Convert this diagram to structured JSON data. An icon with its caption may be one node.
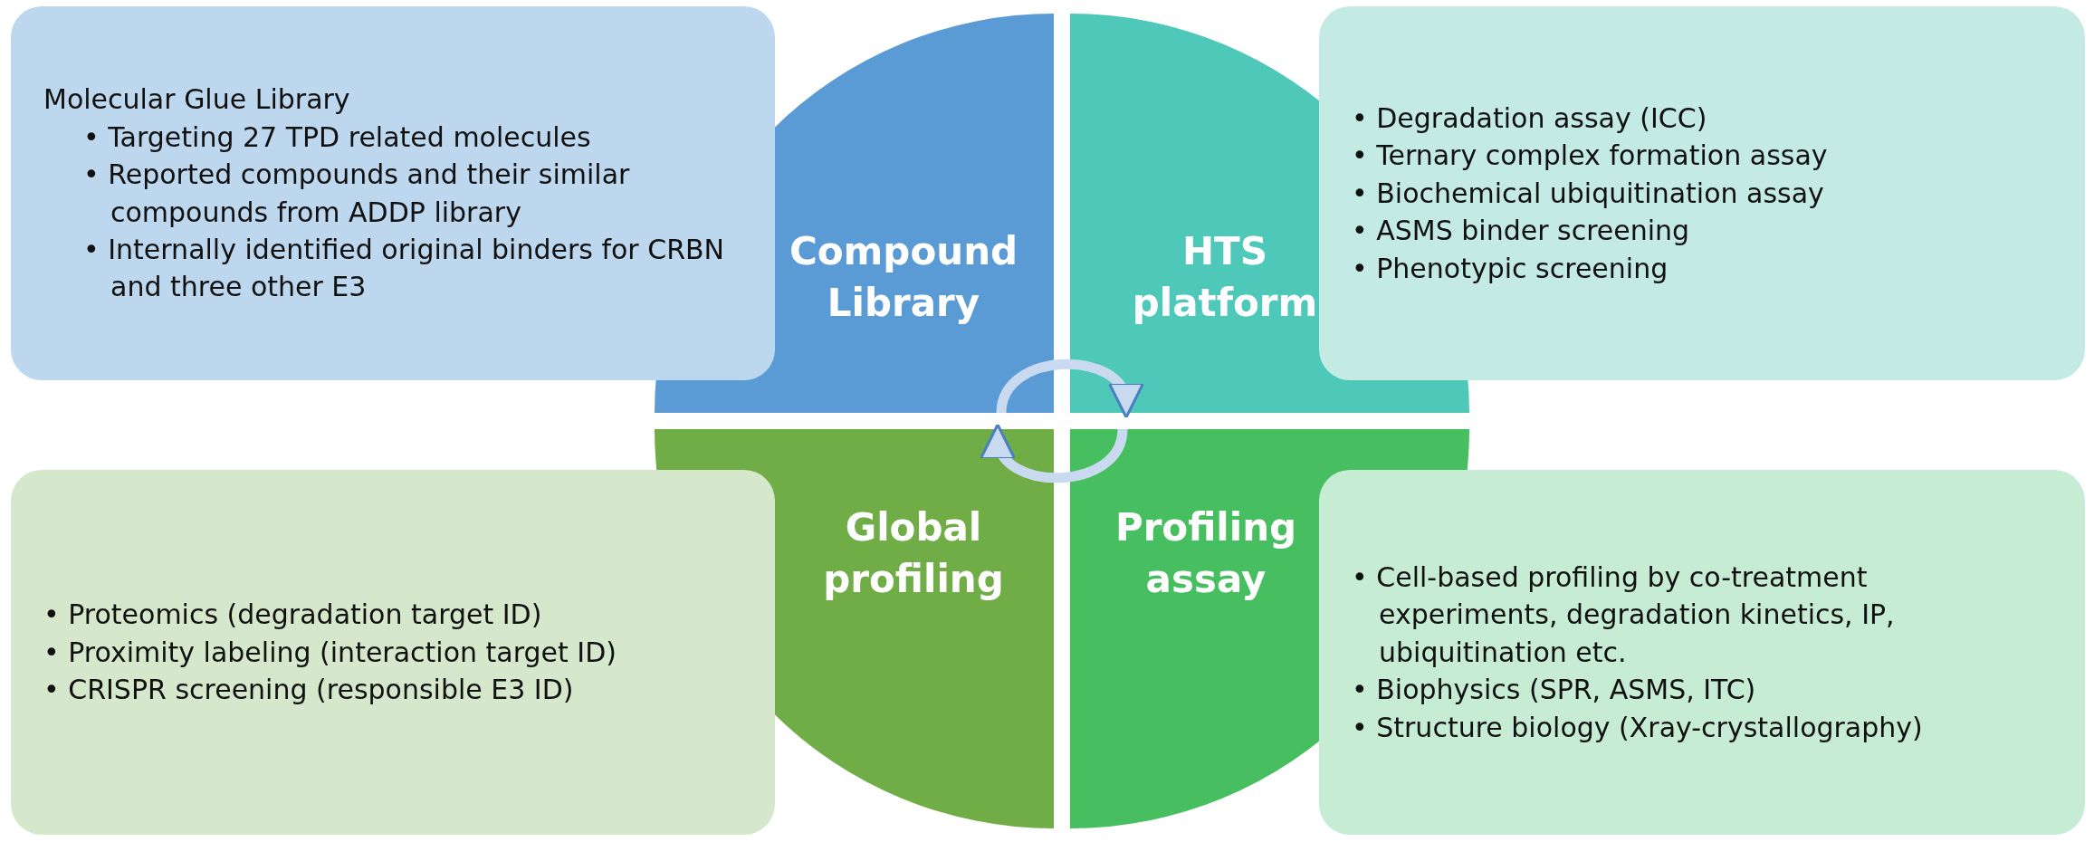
{
  "diagram": {
    "nodes": [
      {
        "text": [
          "Molecular Glue Library",
          "• Targeting 27 TPD related molecules",
          "• Reported compounds and their similar compounds from ADDP library",
          "• Internally identified original binders for CRBN and three other E3"
        ]
      },
      {
        "text": [
          "Compound Library"
        ]
      },
      {
        "text": [
          "HTS platform"
        ]
      },
      {
        "text": [
          "• Degradation assay (ICC)",
          "• Ternary complex formation assay",
          "• Biochemical ubiquitination assay",
          "• ASMS binder screening",
          "• Phenotypic screening"
        ]
      },
      {
        "text": [
          "• Proteomics (degradation target ID)",
          "• Proximity labeling (interaction target ID)",
          "• CRISPR screening (responsible E3 ID)"
        ]
      },
      {
        "text": [
          "Global profiling"
        ]
      },
      {
        "text": [
          "Profiling assay"
        ]
      },
      {
        "text": [
          "• Cell-based profiling by co-treatment experiments, degradation kinetics, IP, ubiquitination etc.",
          "• Biophysics (SPR, ASMS, ITC)",
          "• Structure biology (Xray-crystallography)"
        ]
      }
    ],
    "edges": [
      {
        "from": 1,
        "to": 2,
        "arrow": "to"
      },
      {
        "from": 6,
        "to": 5,
        "arrow": "to"
      }
    ]
  }
}
